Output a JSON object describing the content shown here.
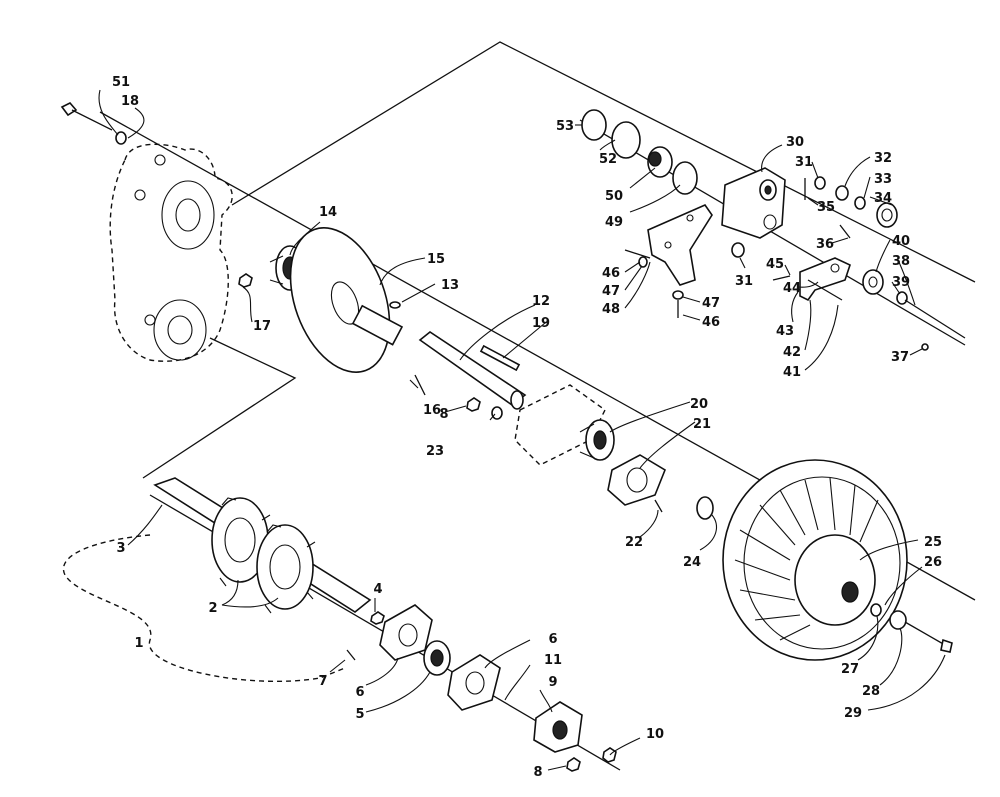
{
  "labels": [
    {
      "id": "51",
      "text": "51"
    },
    {
      "id": "18",
      "text": "18"
    },
    {
      "id": "14",
      "text": "14"
    },
    {
      "id": "15",
      "text": "15"
    },
    {
      "id": "13",
      "text": "13"
    },
    {
      "id": "17",
      "text": "17"
    },
    {
      "id": "12",
      "text": "12"
    },
    {
      "id": "19",
      "text": "19"
    },
    {
      "id": "16",
      "text": "16"
    },
    {
      "id": "8a",
      "text": "8"
    },
    {
      "id": "23",
      "text": "23"
    },
    {
      "id": "20",
      "text": "20"
    },
    {
      "id": "21",
      "text": "21"
    },
    {
      "id": "22",
      "text": "22"
    },
    {
      "id": "24",
      "text": "24"
    },
    {
      "id": "25",
      "text": "25"
    },
    {
      "id": "26",
      "text": "26"
    },
    {
      "id": "27",
      "text": "27"
    },
    {
      "id": "28",
      "text": "28"
    },
    {
      "id": "29",
      "text": "29"
    },
    {
      "id": "3",
      "text": "3"
    },
    {
      "id": "2",
      "text": "2"
    },
    {
      "id": "1",
      "text": "1"
    },
    {
      "id": "4",
      "text": "4"
    },
    {
      "id": "7",
      "text": "7"
    },
    {
      "id": "6a",
      "text": "6"
    },
    {
      "id": "5",
      "text": "5"
    },
    {
      "id": "6b",
      "text": "6"
    },
    {
      "id": "11",
      "text": "11"
    },
    {
      "id": "9",
      "text": "9"
    },
    {
      "id": "10",
      "text": "10"
    },
    {
      "id": "8b",
      "text": "8"
    },
    {
      "id": "53",
      "text": "53"
    },
    {
      "id": "52",
      "text": "52"
    },
    {
      "id": "50",
      "text": "50"
    },
    {
      "id": "49",
      "text": "49"
    },
    {
      "id": "30",
      "text": "30"
    },
    {
      "id": "31a",
      "text": "31"
    },
    {
      "id": "32",
      "text": "32"
    },
    {
      "id": "33",
      "text": "33"
    },
    {
      "id": "34",
      "text": "34"
    },
    {
      "id": "35",
      "text": "35"
    },
    {
      "id": "36",
      "text": "36"
    },
    {
      "id": "31b",
      "text": "31"
    },
    {
      "id": "46a",
      "text": "46"
    },
    {
      "id": "47a",
      "text": "47"
    },
    {
      "id": "48",
      "text": "48"
    },
    {
      "id": "47b",
      "text": "47"
    },
    {
      "id": "46b",
      "text": "46"
    },
    {
      "id": "45",
      "text": "45"
    },
    {
      "id": "40",
      "text": "40"
    },
    {
      "id": "39",
      "text": "39"
    },
    {
      "id": "38",
      "text": "38"
    },
    {
      "id": "44",
      "text": "44"
    },
    {
      "id": "43",
      "text": "43"
    },
    {
      "id": "42",
      "text": "42"
    },
    {
      "id": "41",
      "text": "41"
    },
    {
      "id": "37",
      "text": "37"
    }
  ],
  "colors": {
    "ink": "#111111",
    "paper": "#ffffff"
  }
}
